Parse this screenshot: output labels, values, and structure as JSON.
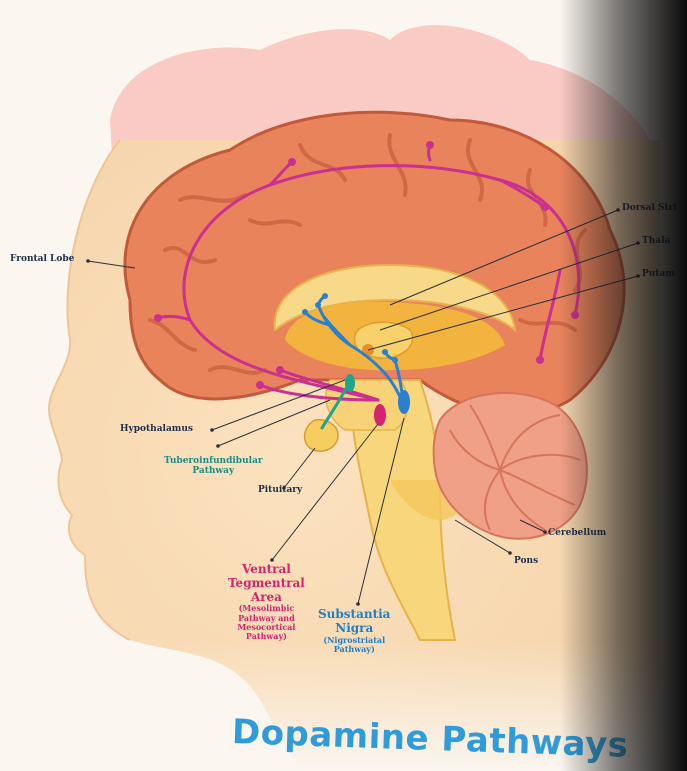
{
  "title": "Dopamine Pathways",
  "labels": {
    "frontal_lobe": "Frontal Lobe",
    "dorsal_striatum": "Dorsal Stri",
    "thalamus": "Thala",
    "putamen": "Putam",
    "hypothalamus": "Hypothalamus",
    "tuberoinfundibular": [
      "Tuberoinfundibular",
      "Pathway"
    ],
    "pituitary": "Pituitary",
    "vta": {
      "lines": [
        "Ventral",
        "Tegmentral",
        "Area"
      ],
      "sub": [
        "(Mesolimbic",
        "Pathway and",
        "Mesocortical",
        "Pathway)"
      ]
    },
    "substantia_nigra": {
      "lines": [
        "Substantia",
        "Nigra"
      ],
      "sub": [
        "(Nigrostriatal",
        "Pathway)"
      ]
    },
    "cerebellum": "Cerebellum",
    "pons": "Pons"
  },
  "colors": {
    "head_skin": "#f7d9b4",
    "hair": "#f9c9c2",
    "brain": "#e8835b",
    "brain_dark": "#c8603f",
    "midbrain": "#f6c94f",
    "cerebellum": "#efa086",
    "pathway_pink": "#c9308f",
    "pathway_blue": "#2a7fd0",
    "pathway_teal": "#1fa58c",
    "label_dark": "#1f2f4a",
    "title_blue": "#2f9bd8"
  }
}
